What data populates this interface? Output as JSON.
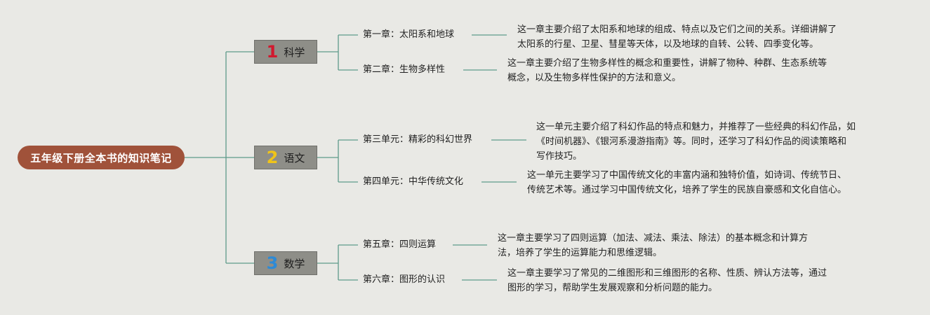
{
  "root": {
    "label": "五年级下册全本书的知识笔记"
  },
  "colors": {
    "background": "#e9e9e5",
    "root": "#a0523a",
    "subject_box": "#8e8e88",
    "line": "#5f9a8a",
    "num_science": "#d1192e",
    "num_chinese": "#f0c419",
    "num_math": "#2d8ad6"
  },
  "subjects": [
    {
      "number": "1",
      "name": "科学",
      "chapters": [
        {
          "title": "第一章：太阳系和地球",
          "desc": [
            "这一章主要介绍了太阳系和地球的组成、特点以及它们之间的关系。详细讲解了",
            "太阳系的行星、卫星、彗星等天体，以及地球的自转、公转、四季变化等。"
          ]
        },
        {
          "title": "第二章：生物多样性",
          "desc": [
            "这一章主要介绍了生物多样性的概念和重要性，讲解了物种、种群、生态系统等",
            "概念，以及生物多样性保护的方法和意义。"
          ]
        }
      ]
    },
    {
      "number": "2",
      "name": "语文",
      "chapters": [
        {
          "title": "第三单元：精彩的科幻世界",
          "desc": [
            "这一单元主要介绍了科幻作品的特点和魅力，并推荐了一些经典的科幻作品，如",
            "《时间机器》、《银河系漫游指南》等。同时，还学习了科幻作品的阅读策略和",
            "写作技巧。"
          ]
        },
        {
          "title": "第四单元：中华传统文化",
          "desc": [
            "这一单元主要学习了中国传统文化的丰富内涵和独特价值，如诗词、传统节日、",
            "传统艺术等。通过学习中国传统文化，培养了学生的民族自豪感和文化自信心。"
          ]
        }
      ]
    },
    {
      "number": "3",
      "name": "数学",
      "chapters": [
        {
          "title": "第五章：四则运算",
          "desc": [
            "这一章主要学习了四则运算（加法、减法、乘法、除法）的基本概念和计算方",
            "法，培养了学生的运算能力和思维逻辑。"
          ]
        },
        {
          "title": "第六章：图形的认识",
          "desc": [
            "这一章主要学习了常见的二维图形和三维图形的名称、性质、辨认方法等，通过",
            "图形的学习，帮助学生发展观察和分析问题的能力。"
          ]
        }
      ]
    }
  ]
}
